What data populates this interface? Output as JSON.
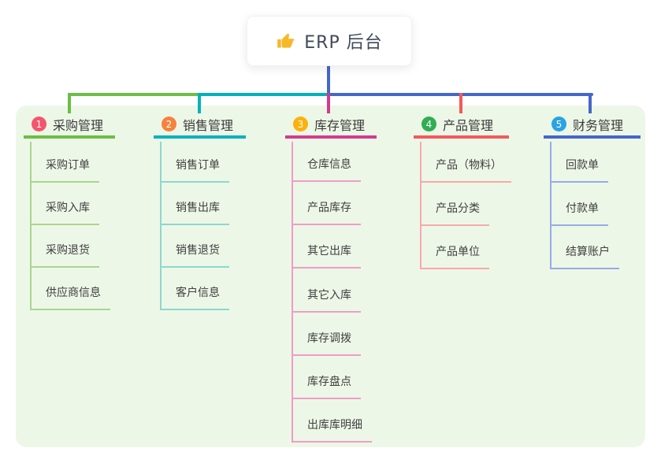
{
  "root": {
    "label": "ERP 后台",
    "icon": "thumbs-up-icon",
    "icon_color": "#f5b928"
  },
  "panel_color": "#edf7e7",
  "connector_root_color": "#4467cb",
  "branches": [
    {
      "badge": "1",
      "badge_color": "#f4566b",
      "label": "采购管理",
      "line_color": "#6abf44",
      "child_line_color": "#a9d68d",
      "children": [
        "采购订单",
        "采购入库",
        "采购退货",
        "供应商信息"
      ]
    },
    {
      "badge": "2",
      "badge_color": "#f6823e",
      "label": "销售管理",
      "line_color": "#00b3bb",
      "child_line_color": "#8bd8cf",
      "children": [
        "销售订单",
        "销售出库",
        "销售退货",
        "客户信息"
      ]
    },
    {
      "badge": "3",
      "badge_color": "#fbb20d",
      "label": "库存管理",
      "line_color": "#d23a90",
      "child_line_color": "#f09cc8",
      "children": [
        "仓库信息",
        "产品库存",
        "其它出库",
        "其它入库",
        "库存调拨",
        "库存盘点",
        "出库库明细"
      ]
    },
    {
      "badge": "4",
      "badge_color": "#2fae53",
      "label": "产品管理",
      "line_color": "#f4585c",
      "child_line_color": "#f9a8a8",
      "children": [
        "产品（物料）",
        "产品分类",
        "产品单位"
      ]
    },
    {
      "badge": "5",
      "badge_color": "#29a3e3",
      "label": "财务管理",
      "line_color": "#4467cb",
      "child_line_color": "#97abe6",
      "children": [
        "回款单",
        "付款单",
        "结算账户"
      ]
    }
  ]
}
